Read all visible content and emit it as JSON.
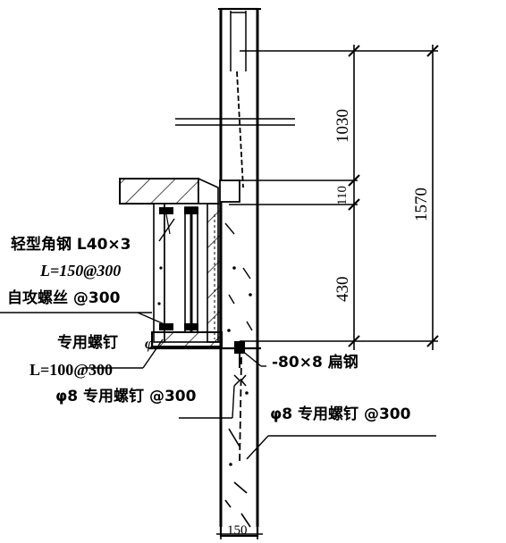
{
  "labels": {
    "angle_steel": "轻型角钢 L40×3",
    "angle_spacing": "L=150@300",
    "self_tapping_screw": "自攻螺丝 @300",
    "special_nail": "专用螺钉",
    "special_nail_phi": "φ",
    "nail_spacing": "L=100@300",
    "phi8_nail_left": "φ8 专用螺钉 @300",
    "flat_steel": "-80×8 扁钢",
    "phi8_nail_right": "φ8 专用螺钉 @300"
  },
  "dimensions": {
    "d1030": "1030",
    "d110": "110",
    "d430": "430",
    "d1570": "1570",
    "d150": "150"
  }
}
